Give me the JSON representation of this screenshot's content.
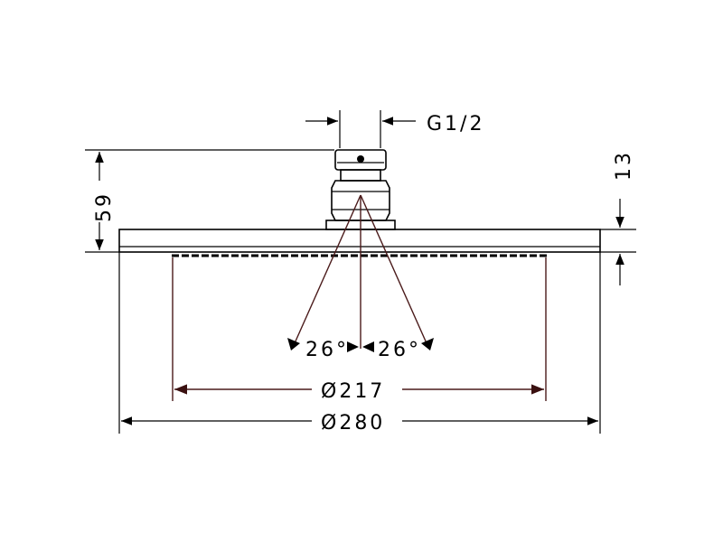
{
  "labels": {
    "thread": "G1/2",
    "height_total": "59",
    "height_plate": "13",
    "angle_left": "26°",
    "angle_right": "26°",
    "diameter_inner": "Ø217",
    "diameter_outer": "Ø280"
  }
}
